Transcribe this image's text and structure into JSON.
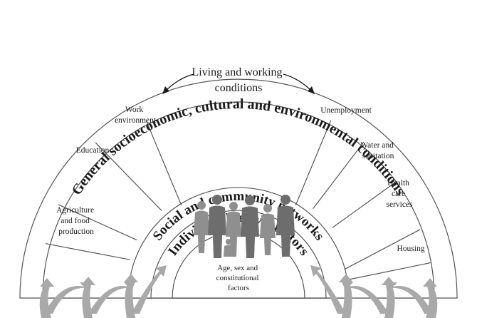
{
  "diagram": {
    "layers": {
      "general_conditions": "General socioeconomic, cultural and environmental conditions",
      "living_working_conditions": [
        "Living and working",
        "conditions"
      ],
      "social_networks": "Social and community networks",
      "lifestyle": "Individual lifestyle factors",
      "core": [
        "Age, sex and",
        "constitutional",
        "factors"
      ]
    },
    "sectors_left": [
      [
        "Agriculture",
        "and food",
        "production"
      ],
      [
        "Education"
      ],
      [
        "Work",
        "environment"
      ]
    ],
    "sectors_right": [
      [
        "Unemployment"
      ],
      [
        "Water and",
        "sanitation"
      ],
      [
        "Health",
        "care",
        "services"
      ],
      [
        "Housing"
      ]
    ],
    "colors": {
      "outline": "#555555",
      "figures": "#8f8f8f",
      "arrows": "#a9a9a9"
    },
    "icons": [
      "people-group-icon",
      "double-headed-arrow-icon",
      "upward-arrow-icon"
    ]
  }
}
